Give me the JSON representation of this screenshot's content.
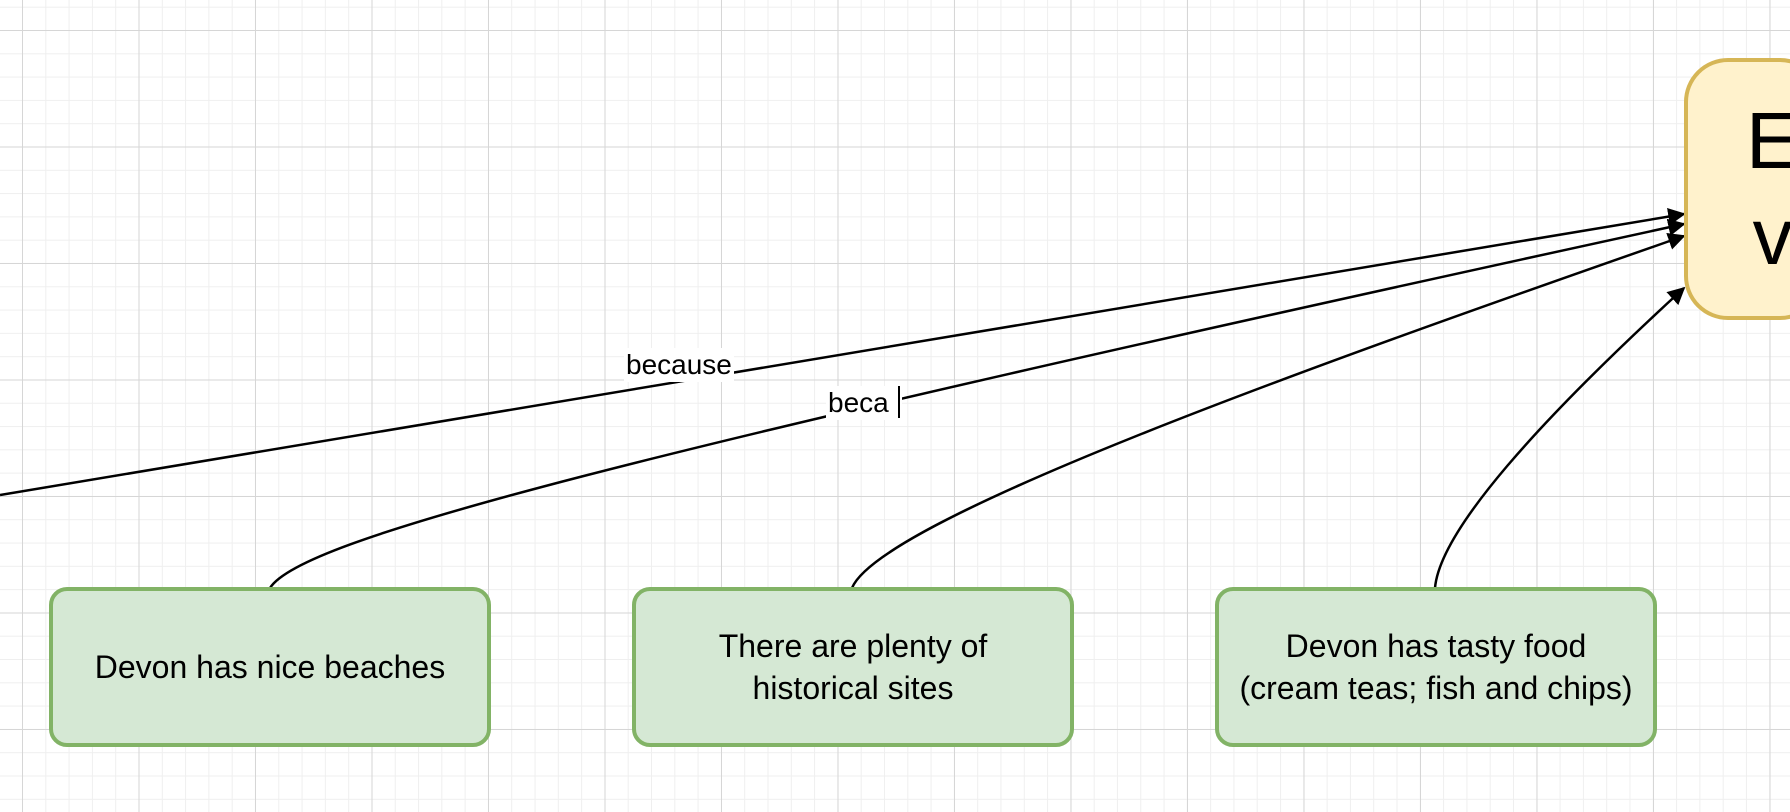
{
  "diagram": {
    "main_node": {
      "text": "E\nv"
    },
    "nodes": [
      {
        "id": "beaches",
        "text": "Devon has nice beaches"
      },
      {
        "id": "sites",
        "text": "There are plenty of\nhistorical sites"
      },
      {
        "id": "food",
        "text": "Devon has tasty food\n(cream teas; fish and chips)"
      }
    ],
    "edge_labels": [
      {
        "id": "label-1",
        "text": "because"
      },
      {
        "id": "label-2",
        "text": "beca"
      }
    ],
    "colors": {
      "green_fill": "#d5e8d4",
      "green_stroke": "#82b366",
      "yellow_fill": "#fff2cc",
      "yellow_stroke": "#d6b656",
      "edge": "#000000"
    }
  }
}
